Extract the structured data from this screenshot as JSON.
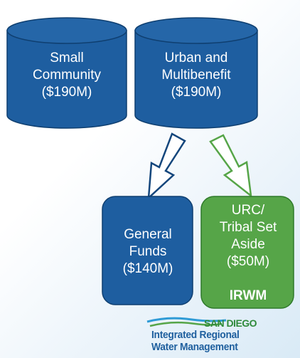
{
  "diagram": {
    "nodes": {
      "small_community": {
        "label": "Small\nCommunity\n($190M)",
        "color": "#1e5ea0"
      },
      "urban_multibenefit": {
        "label": "Urban and\nMultibenefit\n($190M)",
        "color": "#1e5ea0"
      },
      "general_funds": {
        "label": "General\nFunds\n($140M)",
        "color": "#1e5ea0"
      },
      "urc_tribal": {
        "label": "URC/\nTribal Set\nAside\n($50M)",
        "sublabel": "IRWM",
        "color": "#56a548"
      }
    },
    "edges": [
      {
        "from": "urban_multibenefit",
        "to": "general_funds",
        "color": "#1e5ea0"
      },
      {
        "from": "urban_multibenefit",
        "to": "urc_tribal",
        "color": "#56a548"
      }
    ]
  },
  "logo": {
    "top_text": "SAN DIEGO",
    "line1": "Integrated Regional",
    "line2": "Water Management",
    "colors": {
      "green": "#2f8a3a",
      "blue": "#1e5f9e"
    }
  }
}
